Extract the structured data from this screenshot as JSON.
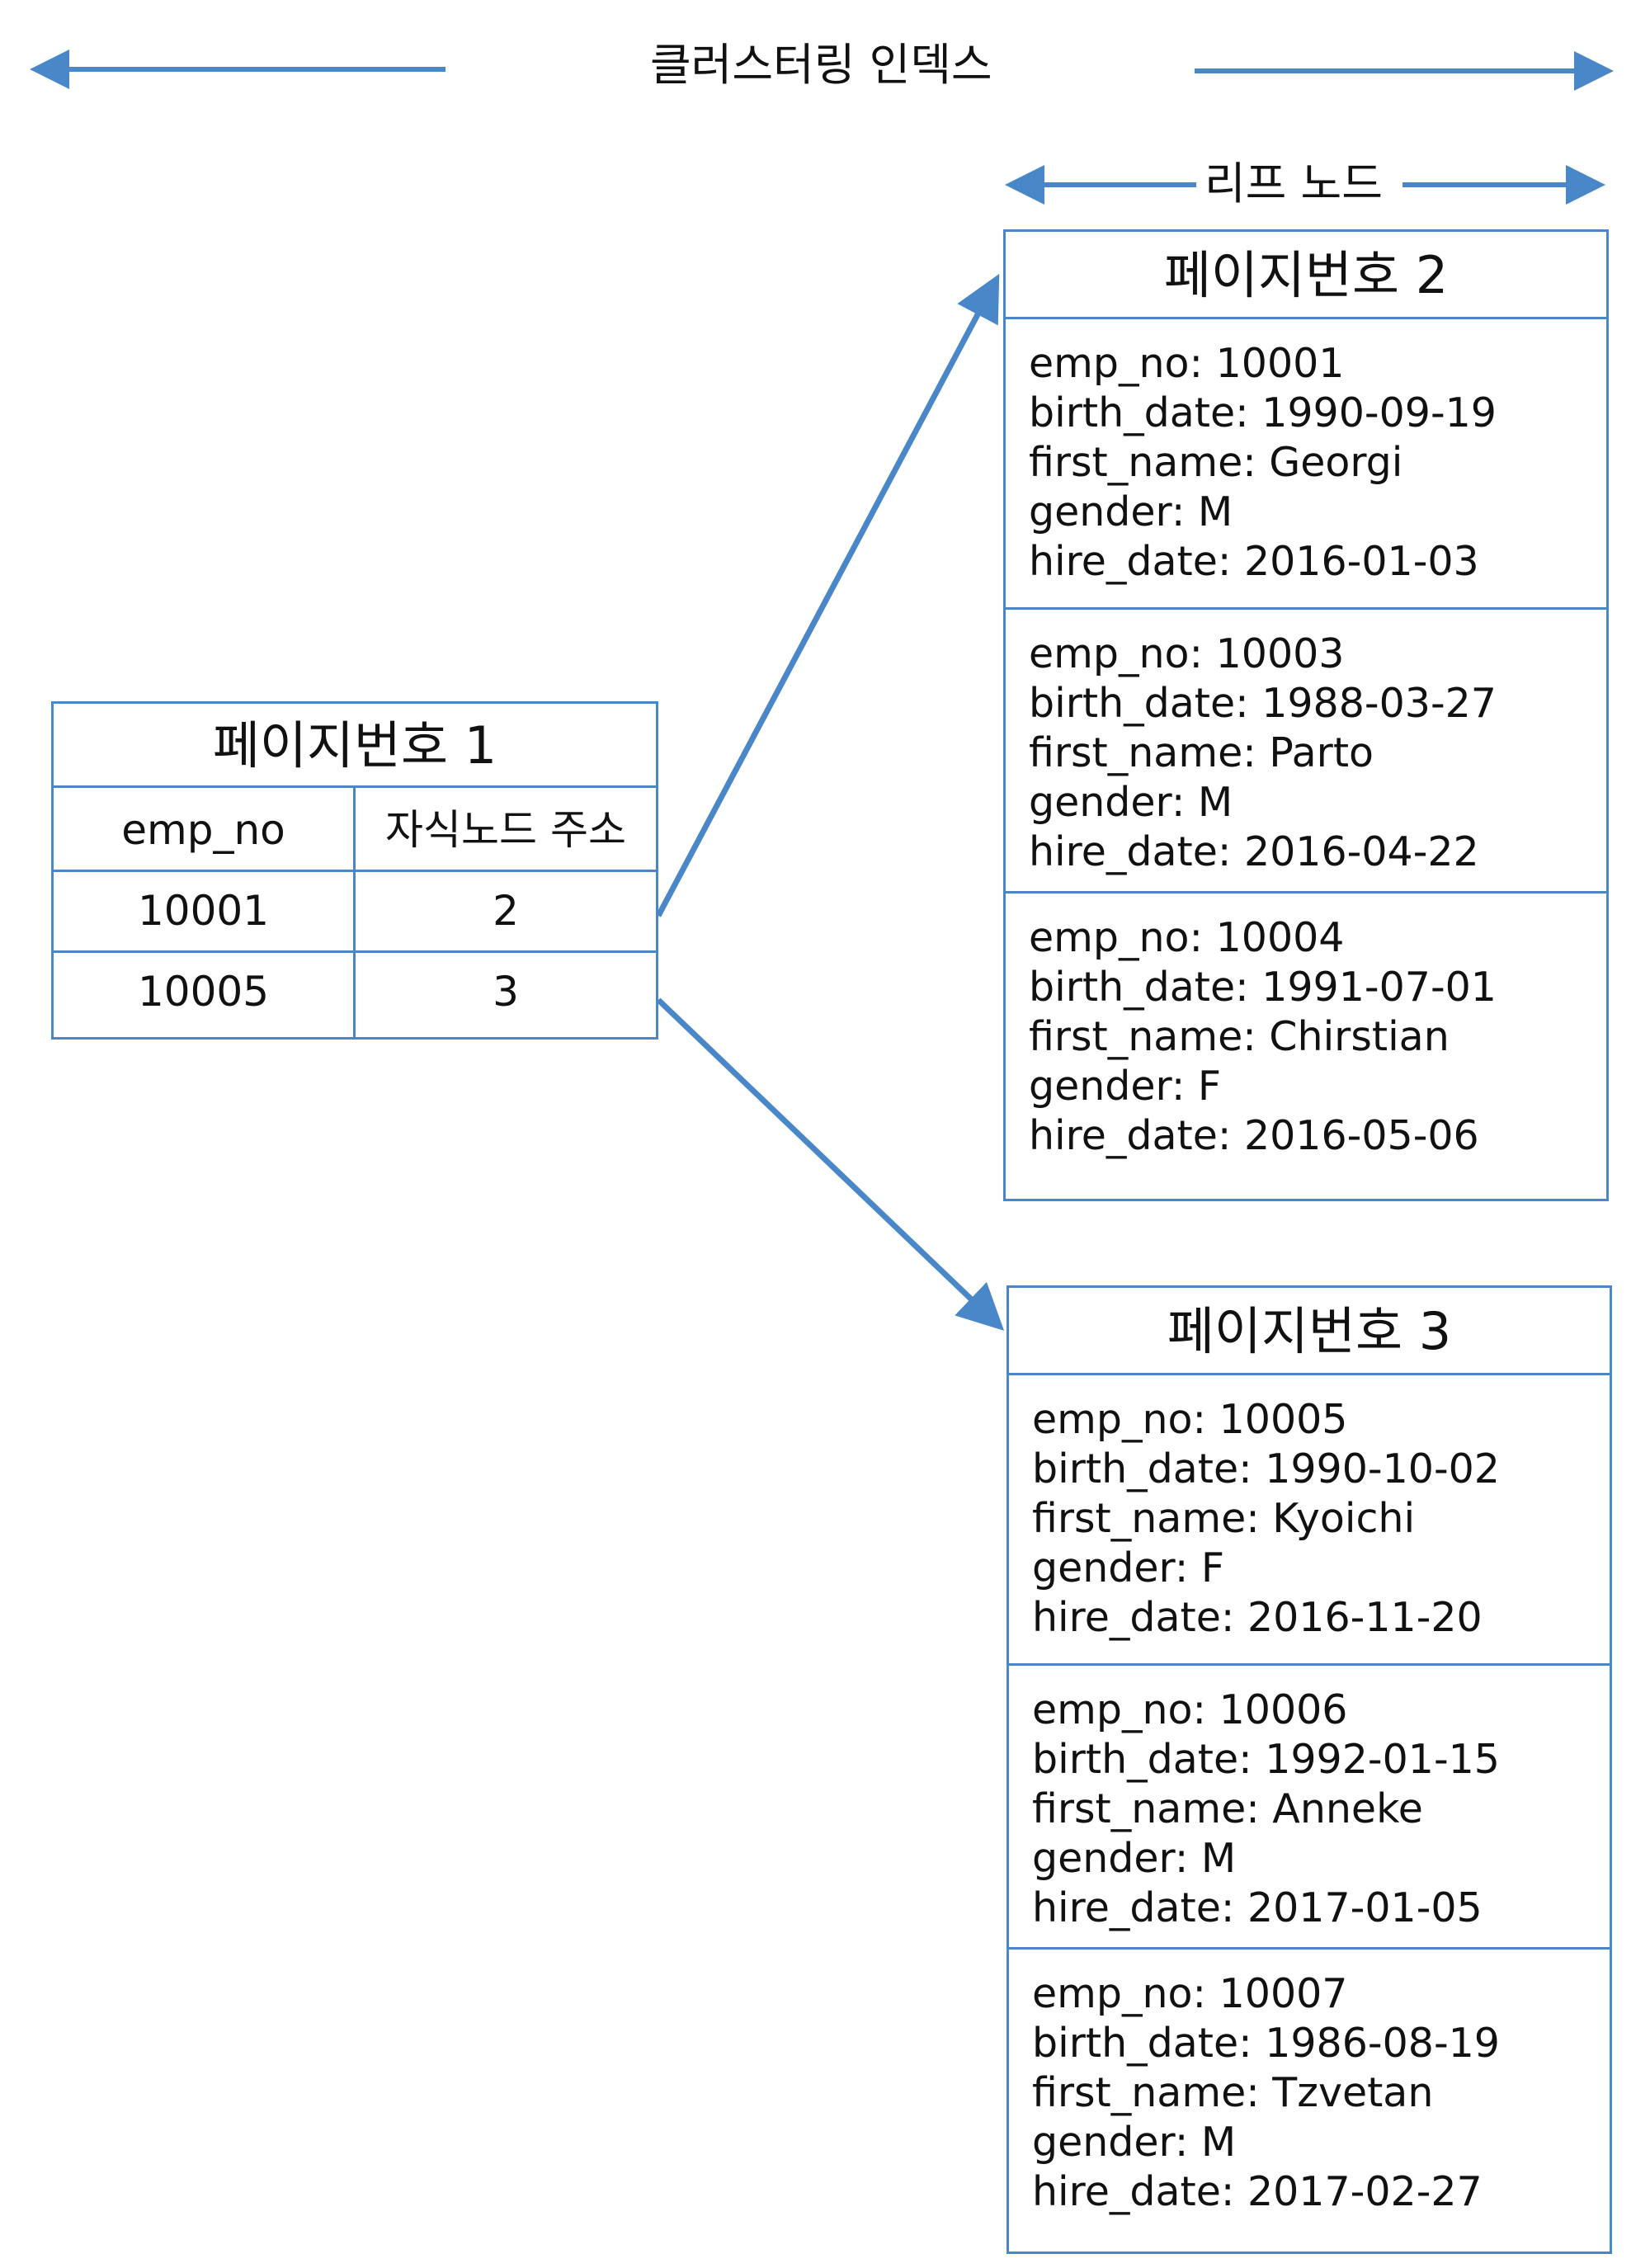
{
  "header": {
    "title": "클러스터링 인덱스",
    "leaf_label": "리프 노드"
  },
  "colors": {
    "accent": "#4a87c8",
    "text": "#111111",
    "background": "#ffffff"
  },
  "root": {
    "title": "페이지번호 1",
    "headers": [
      "emp_no",
      "자식노드 주소"
    ],
    "rows": [
      {
        "emp_no": "10001",
        "child": "2"
      },
      {
        "emp_no": "10005",
        "child": "3"
      }
    ]
  },
  "leaves": [
    {
      "title": "페이지번호 2",
      "records": [
        {
          "emp_no": "emp_no: 10001",
          "birth_date": "birth_date: 1990-09-19",
          "first_name": "first_name: Georgi",
          "gender": "gender: M",
          "hire_date": "hire_date: 2016-01-03"
        },
        {
          "emp_no": "emp_no: 10003",
          "birth_date": "birth_date: 1988-03-27",
          "first_name": "first_name: Parto",
          "gender": "gender: M",
          "hire_date": "hire_date: 2016-04-22"
        },
        {
          "emp_no": "emp_no: 10004",
          "birth_date": "birth_date: 1991-07-01",
          "first_name": "first_name: Chirstian",
          "gender": "gender: F",
          "hire_date": "hire_date: 2016-05-06"
        }
      ]
    },
    {
      "title": "페이지번호 3",
      "records": [
        {
          "emp_no": "emp_no: 10005",
          "birth_date": "birth_date: 1990-10-02",
          "first_name": "first_name: Kyoichi",
          "gender": "gender: F",
          "hire_date": "hire_date: 2016-11-20"
        },
        {
          "emp_no": "emp_no: 10006",
          "birth_date": "birth_date: 1992-01-15",
          "first_name": "first_name: Anneke",
          "gender": "gender: M",
          "hire_date": "hire_date: 2017-01-05"
        },
        {
          "emp_no": "emp_no: 10007",
          "birth_date": "birth_date: 1986-08-19",
          "first_name": "first_name: Tzvetan",
          "gender": "gender: M",
          "hire_date": "hire_date: 2017-02-27"
        }
      ]
    }
  ]
}
